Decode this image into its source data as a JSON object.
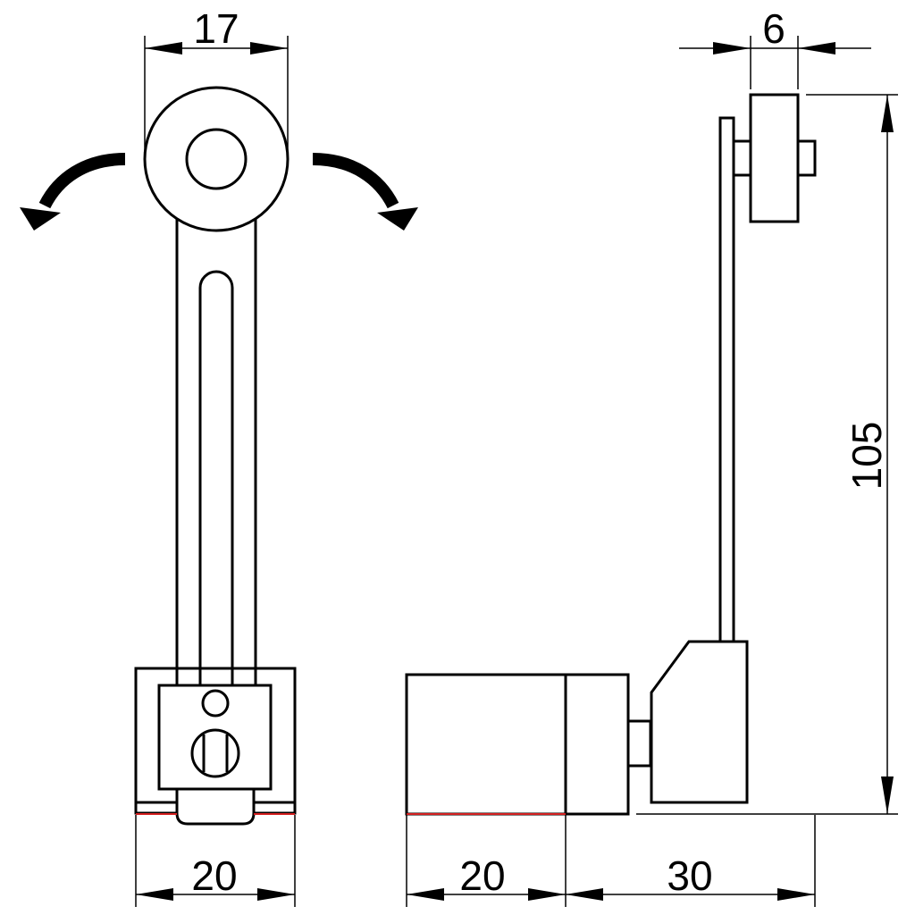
{
  "dimensions": {
    "roller_diameter": "17",
    "roller_width": "6",
    "total_height": "105",
    "front_body_width": "20",
    "side_body_depth": "20",
    "arm_offset": "30"
  },
  "colors": {
    "line": "#000000",
    "base_line": "#d42020",
    "background": "#ffffff"
  },
  "icons": {
    "rotate_left": "curved-arrow-left-icon",
    "rotate_right": "curved-arrow-right-icon"
  }
}
